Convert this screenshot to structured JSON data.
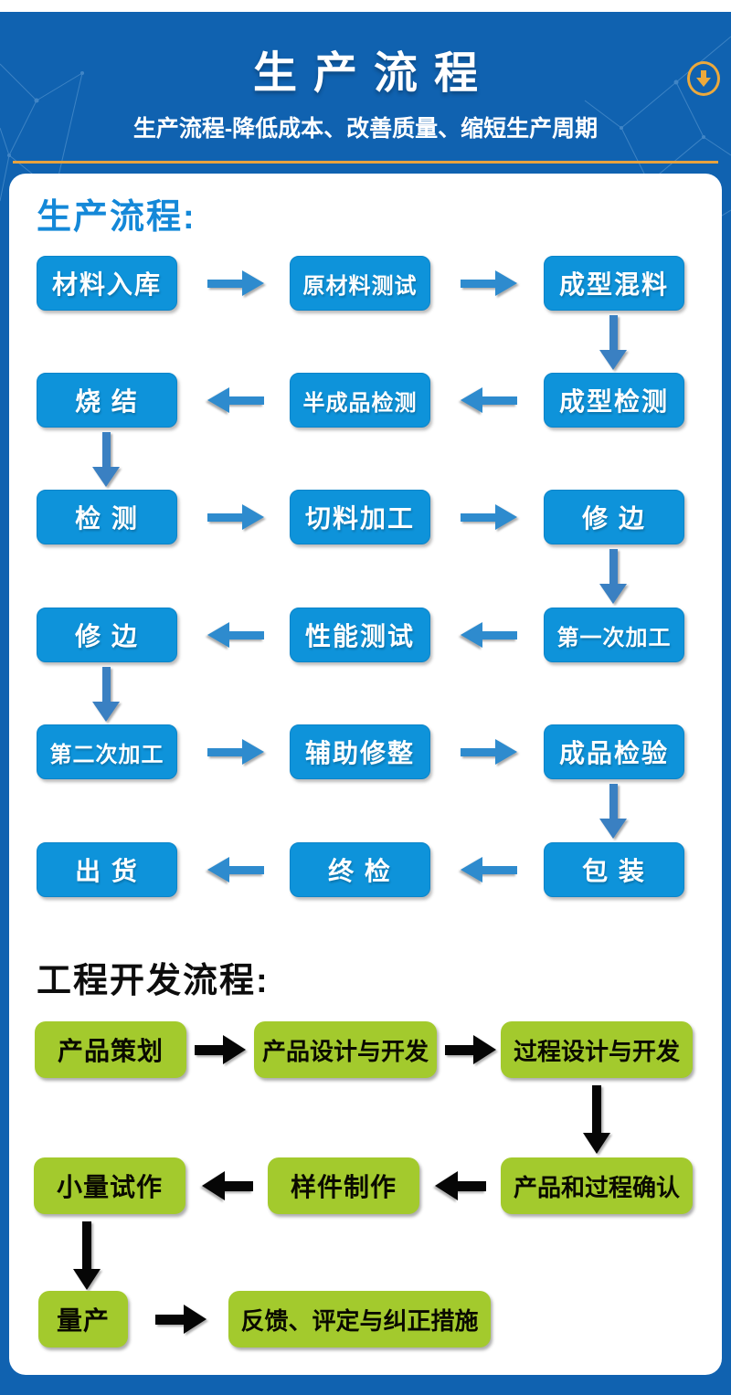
{
  "header": {
    "title": "生产流程",
    "subtitle": "生产流程-降低成本、改善质量、缩短生产周期",
    "scroll_icon": "down-arrow-circle-icon"
  },
  "production": {
    "heading": "生产流程:",
    "rows": [
      {
        "direction": "right",
        "boxes": [
          "材料入库",
          "原材料测试",
          "成型混料"
        ]
      },
      {
        "direction": "left",
        "boxes": [
          "烧 结",
          "半成品检测",
          "成型检测"
        ]
      },
      {
        "direction": "right",
        "boxes": [
          "检 测",
          "切料加工",
          "修 边"
        ]
      },
      {
        "direction": "left",
        "boxes": [
          "修 边",
          "性能测试",
          "第一次加工"
        ]
      },
      {
        "direction": "right",
        "boxes": [
          "第二次加工",
          "辅助修整",
          "成品检验"
        ]
      },
      {
        "direction": "left",
        "boxes": [
          "出 货",
          "终 检",
          "包 装"
        ]
      }
    ]
  },
  "engineering": {
    "heading": "工程开发流程:",
    "rows": [
      {
        "direction": "right",
        "boxes": [
          "产品策划",
          "产品设计与开发",
          "过程设计与开发"
        ]
      },
      {
        "direction": "left",
        "boxes": [
          "小量试作",
          "样件制作",
          "产品和过程确认"
        ]
      },
      {
        "direction": "right",
        "boxes": [
          "量产",
          "反馈、评定与纠正措施"
        ]
      }
    ]
  },
  "colors": {
    "header_blue": "#1062b0",
    "box_blue": "#0e93da",
    "arrow_blue": "#2e8bce",
    "heading_blue": "#1488d8",
    "box_green": "#a3ca2d",
    "gold_accent": "#e7a23e",
    "arrow_black": "#060606"
  }
}
